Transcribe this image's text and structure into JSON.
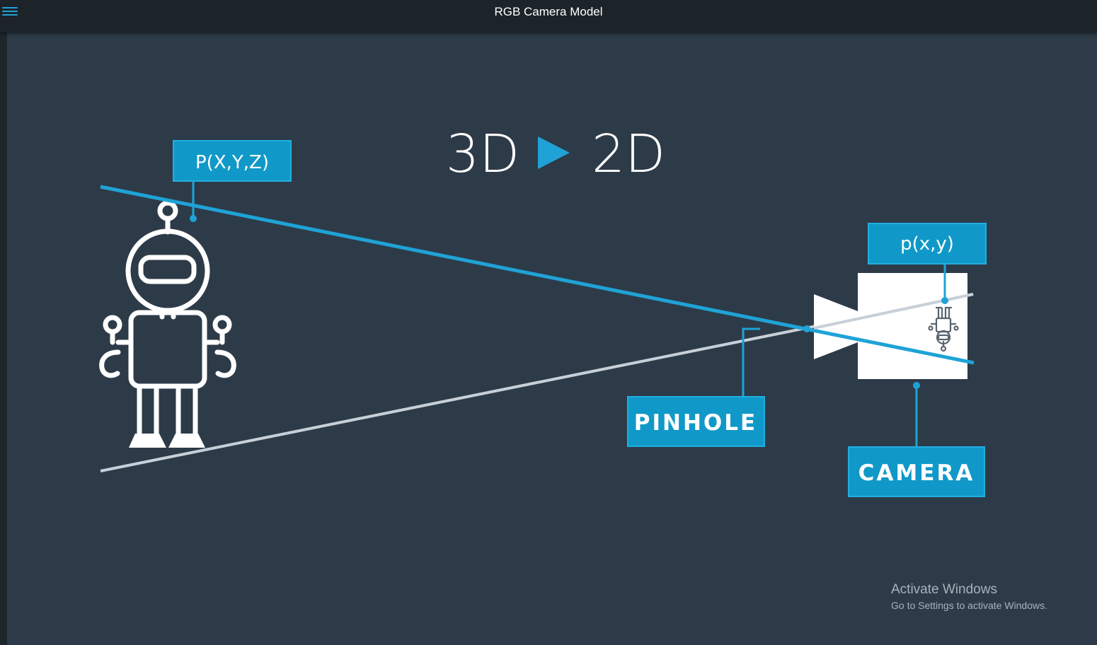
{
  "window": {
    "title": "RGB Camera Model"
  },
  "toolbar": {
    "menu_icon": "hamburger-icon"
  },
  "slide": {
    "heading_left": "3D",
    "heading_right": "2D",
    "heading_arrow_icon": "play-triangle-icon",
    "labels": {
      "world_point": "P(X,Y,Z)",
      "image_point": "p(x,y)",
      "pinhole": "PINHOLE",
      "camera": "CAMERA"
    },
    "figures": {
      "robot": "robot-icon",
      "camera": "video-camera-icon",
      "projected_robot": "inverted-robot-icon"
    }
  },
  "watermark": {
    "title": "Activate Windows",
    "subtitle": "Go to Settings to activate Windows."
  },
  "colors": {
    "accent": "#1fa3d6",
    "label_fill": "#1099c8",
    "slide_background": "#2d3b49",
    "top_bar": "#1c2329",
    "bottom_ray": "#c7d0d8",
    "outline": "#ffffff"
  }
}
